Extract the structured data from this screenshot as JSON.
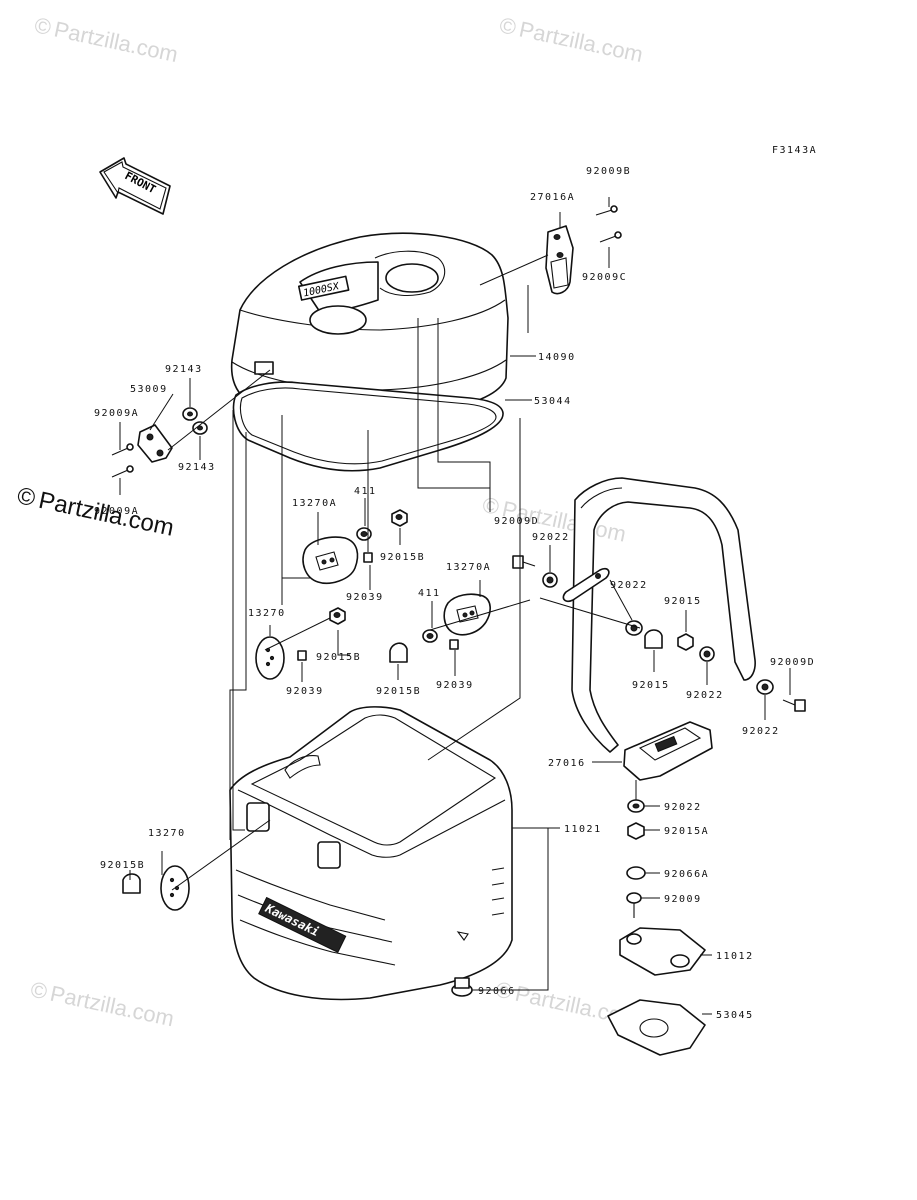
{
  "figure_code": "F3143A",
  "front_label": "FRONT",
  "watermark": {
    "symbol": "©",
    "text": "Partzilla.com"
  },
  "case_labels": {
    "top_case_logo": "1000SX",
    "bottom_case_logo": "Kawasaki"
  },
  "parts": {
    "p92009B": "92009B",
    "p27016A": "27016A",
    "p92009C": "92009C",
    "p14090": "14090",
    "p53044": "53044",
    "p92143_top": "92143",
    "p53009": "53009",
    "p92009A_top": "92009A",
    "p92143_bot": "92143",
    "p92009A_bot": "92009A",
    "p13270A_l": "13270A",
    "p411_l": "411",
    "p92015B_1": "92015B",
    "p92039_1": "92039",
    "p92009D_top": "92009D",
    "p92022_1": "92022",
    "p13270A_r": "13270A",
    "p92022_2": "92022",
    "p411_r": "411",
    "p92015_r": "92015",
    "p13270_1": "13270",
    "p92015B_2": "92015B",
    "p92039_2": "92039",
    "p92015B_3": "92015B",
    "p92039_3": "92039",
    "p92015_l": "92015",
    "p92022_3": "92022",
    "p92009D_bot": "92009D",
    "p92022_4": "92022",
    "p27016": "27016",
    "p92022_5": "92022",
    "p92015A": "92015A",
    "p11021": "11021",
    "p13270_2": "13270",
    "p92066A": "92066A",
    "p92015B_4": "92015B",
    "p92009": "92009",
    "p11012": "11012",
    "p92066": "92066",
    "p53045": "53045"
  }
}
